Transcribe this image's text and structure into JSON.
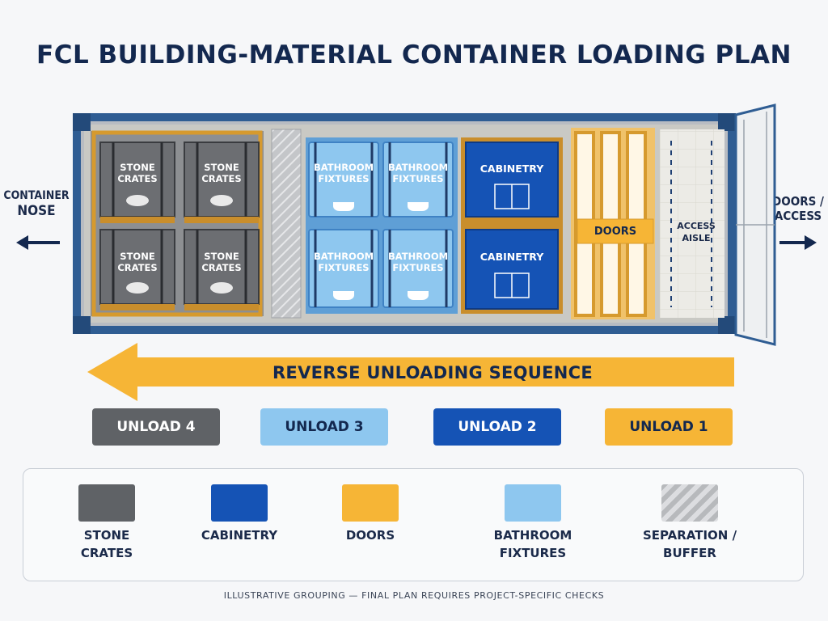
{
  "title": "FCL BUILDING-MATERIAL CONTAINER LOADING PLAN",
  "left_label": {
    "line1": "CONTAINER",
    "line2": "NOSE"
  },
  "right_label": {
    "line1": "DOORS /",
    "line2": "ACCESS"
  },
  "cargo": {
    "stone": {
      "line1": "STONE",
      "line2": "CRATES"
    },
    "bath": {
      "line1": "BATHROOM",
      "line2": "FIXTURES"
    },
    "cabinetry": "CABINETRY",
    "doors": "DOORS",
    "aisle": {
      "line1": "ACCESS",
      "line2": "AISLE"
    }
  },
  "sequence_label": "REVERSE UNLOADING SEQUENCE",
  "unload_steps": [
    {
      "label": "UNLOAD 4",
      "color": "#5f6266",
      "text_color": "#ffffff"
    },
    {
      "label": "UNLOAD 3",
      "color": "#8ec7ef",
      "text_color": "#13284f"
    },
    {
      "label": "UNLOAD 2",
      "color": "#1553b5",
      "text_color": "#ffffff"
    },
    {
      "label": "UNLOAD 1",
      "color": "#f6b536",
      "text_color": "#13284f"
    }
  ],
  "legend": [
    {
      "line1": "STONE",
      "line2": "CRATES",
      "color": "#5f6266"
    },
    {
      "line1": "CABINETRY",
      "line2": "",
      "color": "#1553b5"
    },
    {
      "line1": "DOORS",
      "line2": "",
      "color": "#f6b536"
    },
    {
      "line1": "BATHROOM",
      "line2": "FIXTURES",
      "color": "#8ec7ef"
    },
    {
      "line1": "SEPARATION /",
      "line2": "BUFFER",
      "color": "hatch"
    }
  ],
  "footnote": "ILLUSTRATIVE GROUPING — FINAL PLAN REQUIRES PROJECT-SPECIFIC CHECKS"
}
